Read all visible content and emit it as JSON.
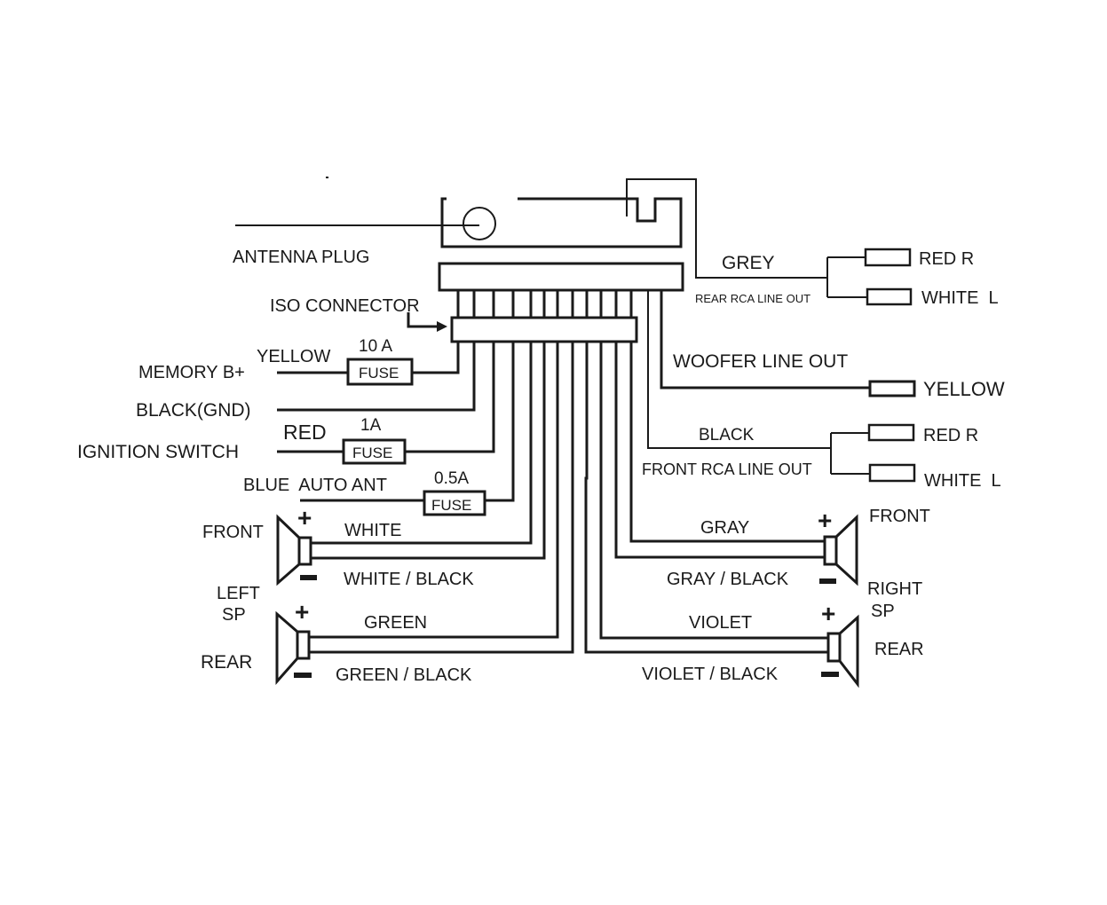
{
  "labels": {
    "antenna_plug": "ANTENNA PLUG",
    "iso_connector": "ISO CONNECTOR",
    "memory_b": "MEMORY B+",
    "yellow": "YELLOW",
    "fuse_10a": "10 A",
    "fuse": "FUSE",
    "black_gnd": "BLACK(GND)",
    "ignition_switch": "IGNITION SWITCH",
    "red": "RED",
    "fuse_1a": "1A",
    "blue_auto_ant": "BLUE  AUTO ANT",
    "fuse_05a": "0.5A",
    "left_front": "FRONT",
    "left_sp_line1": "LEFT",
    "left_sp_line2": "SP",
    "left_rear": "REAR",
    "white": "WHITE",
    "white_black": "WHITE / BLACK",
    "green": "GREEN",
    "green_black": "GREEN / BLACK",
    "grey": "GREY",
    "rear_rca_line_out": "REAR RCA LINE OUT",
    "rear_red_r": "RED R",
    "rear_white_l": "WHITE  L",
    "woofer_line_out": "WOOFER LINE OUT",
    "woofer_yellow": "YELLOW",
    "black": "BLACK",
    "front_rca_line_out": "FRONT RCA LINE OUT",
    "front_red_r": "RED R",
    "front_white_l": "WHITE  L",
    "gray": "GRAY",
    "gray_black": "GRAY / BLACK",
    "violet": "VIOLET",
    "violet_black": "VIOLET / BLACK",
    "right_front": "FRONT",
    "right_sp_line1": "RIGHT",
    "right_sp_line2": "SP",
    "right_rear": "REAR",
    "plus": "+"
  }
}
